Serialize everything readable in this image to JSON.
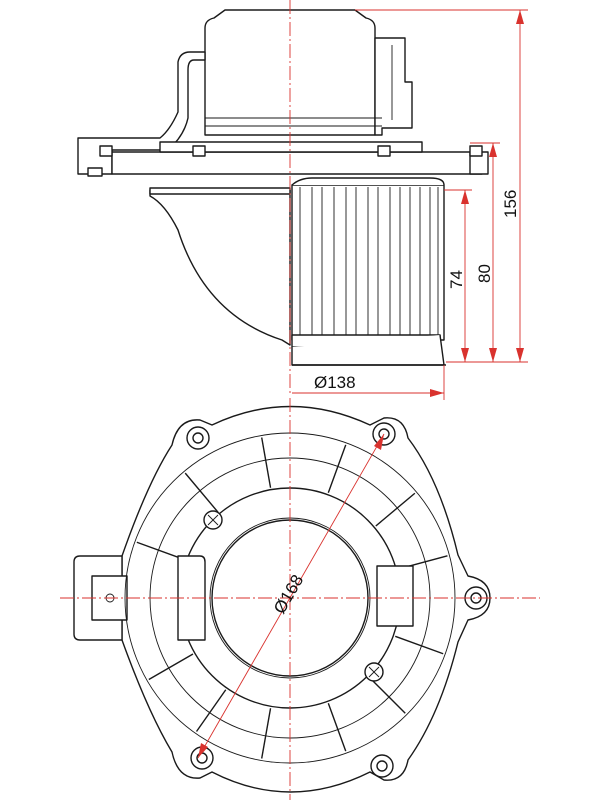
{
  "dimensions": {
    "total_height": "156",
    "body_height": "80",
    "fan_height": "74",
    "fan_diameter": "Ø138",
    "flange_diameter": "Ø168"
  },
  "colors": {
    "outline": "#1a1a1a",
    "dimension": "#d9322e"
  }
}
